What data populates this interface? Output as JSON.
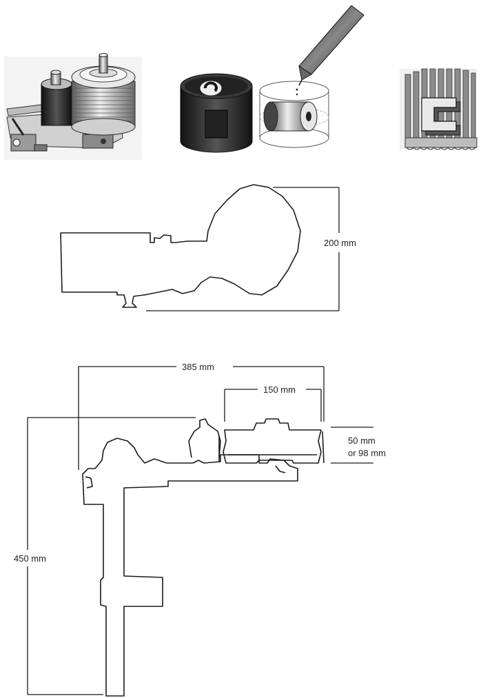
{
  "illustrations": {
    "illus_1": "turntable-pulley-assembly",
    "illus_2": "container-and-glass-cylinder-with-pen",
    "illus_3": "c-block-on-ridged-base"
  },
  "top_drawing": {
    "height_label": "200 mm"
  },
  "bottom_drawing": {
    "width_overall_label": "385 mm",
    "width_pulley_label": "150 mm",
    "thickness_label_line1": "50 mm",
    "thickness_label_line2": "or 98 mm",
    "height_label": "450 mm"
  },
  "colors": {
    "line": "#1a1a1a",
    "background": "#ffffff"
  }
}
